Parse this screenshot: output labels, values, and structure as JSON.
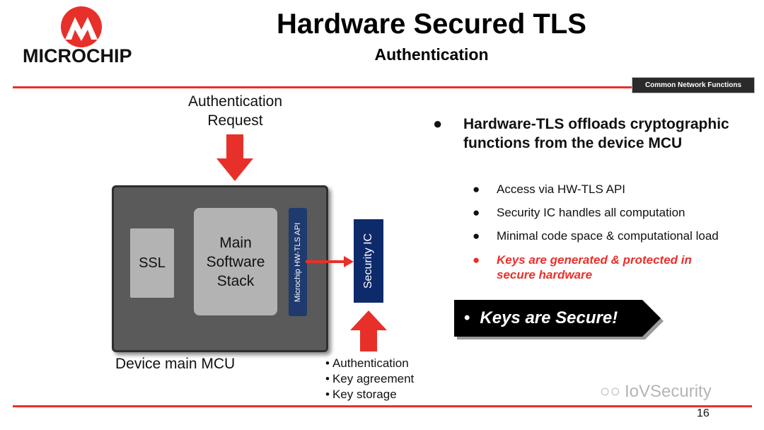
{
  "header": {
    "brand": "MICROCHIP",
    "title": "Hardware Secured TLS",
    "subtitle": "Authentication",
    "tag": "Common Network Functions"
  },
  "diagram": {
    "auth_request": [
      "Authentication",
      "Request"
    ],
    "ssl_label": "SSL",
    "main_stack_label": [
      "Main",
      "Software",
      "Stack"
    ],
    "api_label": "Microchip HW-TLS API",
    "security_ic_label": "Security IC",
    "mcu_label": "Device main MCU",
    "security_functions": [
      "Authentication",
      "Key agreement",
      "Key storage"
    ]
  },
  "content": {
    "main_point": "Hardware-TLS offloads cryptographic functions from the device MCU",
    "sub_points": [
      "Access via HW-TLS API",
      "Security IC handles all computation",
      "Minimal code space & computational load",
      "Keys are generated & protected in secure hardware"
    ],
    "callout": "Keys are Secure!"
  },
  "footer": {
    "watermark": "IoVSecurity",
    "page_number": "16"
  },
  "colors": {
    "accent_red": "#e8302a",
    "navy": "#0d2a6b",
    "gray_box": "#5a5a5a"
  }
}
